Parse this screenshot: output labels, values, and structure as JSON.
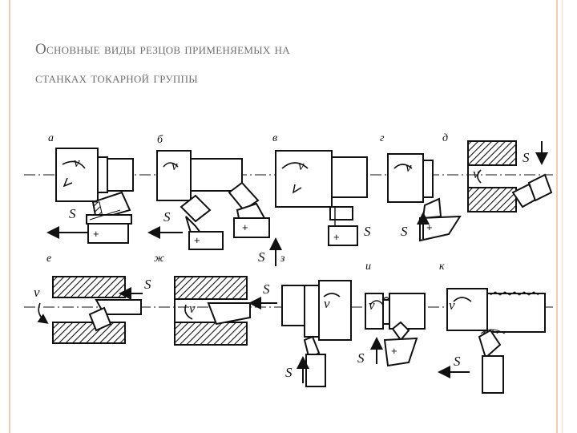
{
  "slide": {
    "title_line1": "Основные виды резцов применяемых на",
    "title_line2": "станках токарной группы"
  },
  "figure": {
    "panel_labels": [
      "а",
      "б",
      "в",
      "г",
      "д",
      "е",
      "ж",
      "з",
      "и",
      "к"
    ],
    "feed_symbol": "S",
    "speed_symbol": "v",
    "plus_sign": "+"
  },
  "colors": {
    "frame": "#f4cbb4",
    "ink": "#111111",
    "title": "#6f6f6f"
  }
}
